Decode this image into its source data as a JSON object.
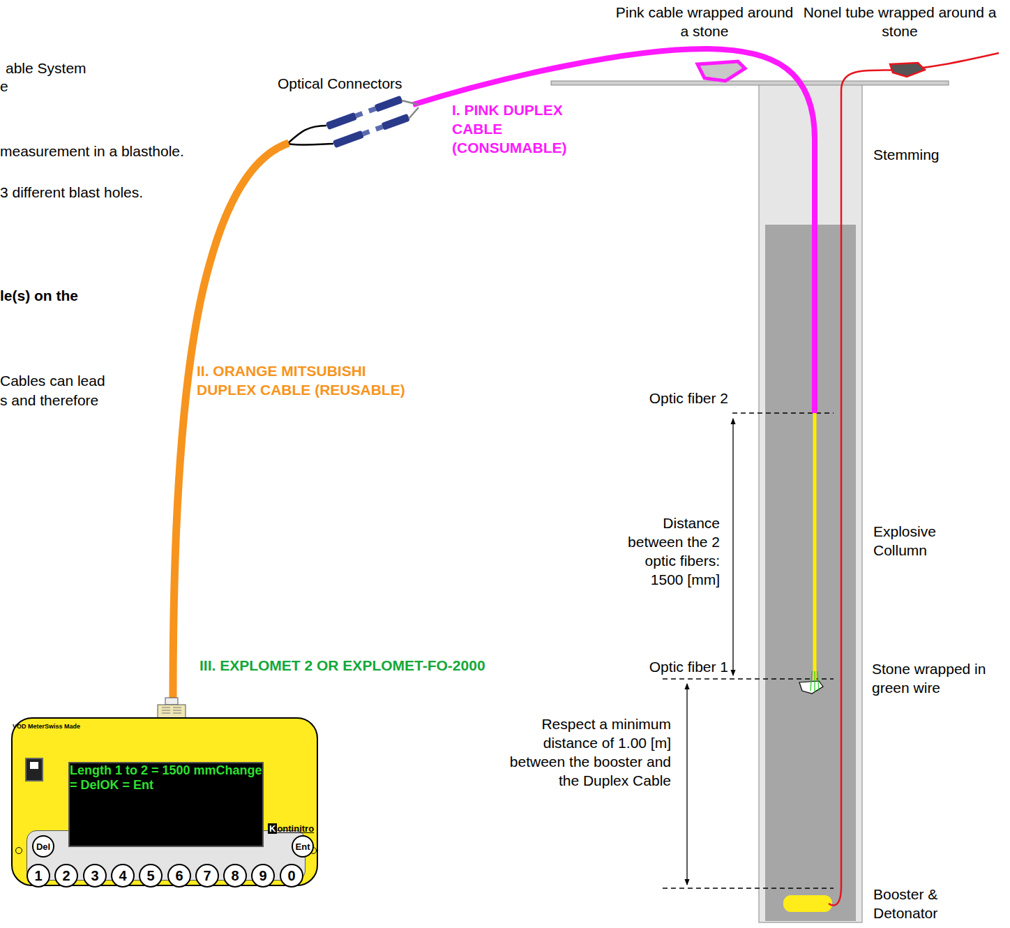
{
  "diagram": {
    "nodes": [
      {
        "text": [
          "Kontinitro",
          "VOD Meter",
          "Swiss Made"
        ]
      },
      {
        "text": [
          "Length 1 to 2 = 1500 mm",
          "Change = Del",
          "OK = Ent"
        ],
        "in": 0
      },
      {
        "text": [
          "Del"
        ],
        "in": 0
      },
      {
        "text": [
          "Ent"
        ],
        "in": 0
      },
      {
        "text": [
          "1"
        ],
        "in": 0
      },
      {
        "text": [
          "2"
        ],
        "in": 0
      },
      {
        "text": [
          "3"
        ],
        "in": 0
      },
      {
        "text": [
          "4"
        ],
        "in": 0
      },
      {
        "text": [
          "5"
        ],
        "in": 0
      },
      {
        "text": [
          "6"
        ],
        "in": 0
      },
      {
        "text": [
          "7"
        ],
        "in": 0
      },
      {
        "text": [
          "8"
        ],
        "in": 0
      },
      {
        "text": [
          "9"
        ],
        "in": 0
      },
      {
        "text": [
          "0"
        ],
        "in": 0
      }
    ],
    "labels": [
      "able System",
      "e",
      "measurement in a blasthole.",
      "3 different blast holes.",
      "le(s) on the",
      "Cables can lead",
      "s and therefore",
      "Optical Connectors",
      "Pink cable wrapped around a stone",
      "Nonel tube wrapped around a stone",
      "I. PINK DUPLEX CABLE (CONSUMABLE)",
      "Stemming",
      "II. ORANGE MITSUBISHI DUPLEX CABLE (REUSABLE)",
      "Optic fiber 2",
      "Distance between the 2 optic fibers: 1500 [mm]",
      "Explosive Collumn",
      "III. EXPLOMET 2 OR EXPLOMET-FO-2000",
      "Optic fiber 1",
      "Stone wrapped in green wire",
      "Respect a minimum distance of 1.00 [m] between the booster and the Duplex Cable",
      "Booster & Detonator"
    ]
  }
}
